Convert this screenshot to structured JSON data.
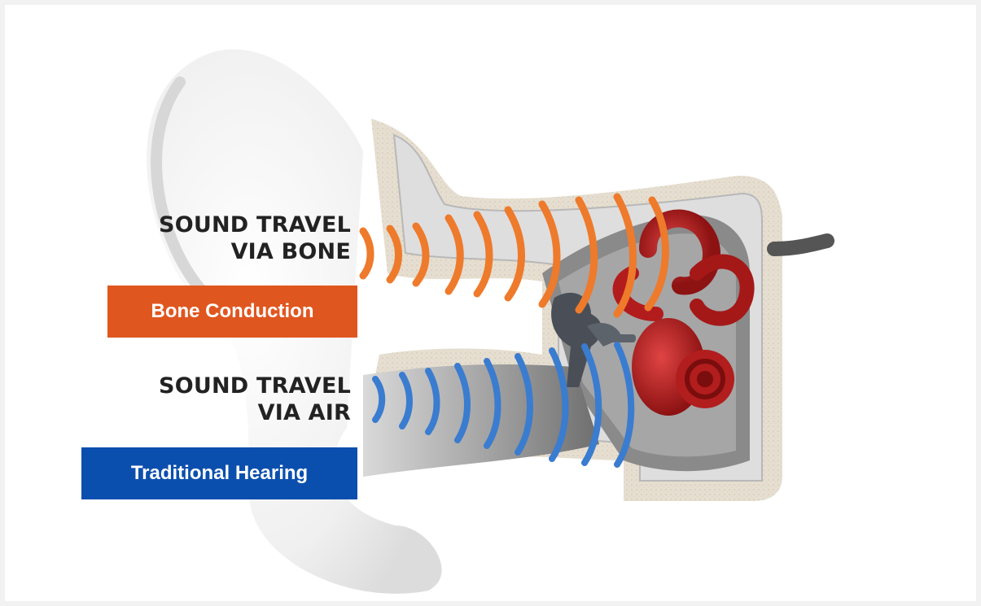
{
  "labels": {
    "bone_line1": "SOUND TRAVEL",
    "bone_line2": "VIA BONE",
    "air_line1": "SOUND TRAVEL",
    "air_line2": "VIA AIR"
  },
  "tags": {
    "bone": {
      "text": "Bone Conduction",
      "color": "#e0561f"
    },
    "air": {
      "text": "Traditional Hearing",
      "color": "#0b4fae"
    }
  },
  "waves": {
    "bone_color": "#ee7a2c",
    "air_color": "#3a7ccf"
  }
}
